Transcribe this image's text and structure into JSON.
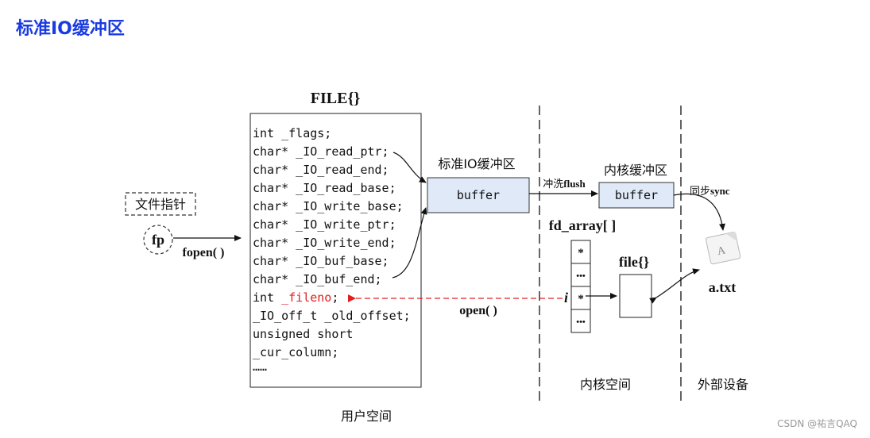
{
  "page_title": "标准IO缓冲区",
  "file_struct": {
    "title": "FILE{}",
    "fields": [
      "int _flags;",
      "char* _IO_read_ptr;",
      "char* _IO_read_end;",
      "char* _IO_read_base;",
      "char* _IO_write_base;",
      "char* _IO_write_ptr;",
      "char* _IO_write_end;",
      "char* _IO_buf_base;",
      "char* _IO_buf_end;"
    ],
    "fileno_type": "int ",
    "fileno_name": "_fileno",
    "fileno_semicolon": ";",
    "tail_fields": [
      "_IO_off_t _old_offset;",
      "unsigned short",
      "_cur_column;",
      "……"
    ]
  },
  "file_pointer": {
    "label": "文件指针",
    "var": "fp",
    "call": "fopen( )"
  },
  "std_buffer": {
    "title": "标准IO缓冲区",
    "box": "buffer"
  },
  "flush_label": {
    "cn": "冲洗",
    "en": "flush"
  },
  "kernel_buffer": {
    "title": "内核缓冲区",
    "box": "buffer"
  },
  "sync_label": {
    "cn": "同步",
    "en": "sync"
  },
  "fd_array": {
    "title": "fd_array[ ]",
    "cells": [
      "*",
      "•••",
      "*",
      "•••"
    ],
    "index_label": "i"
  },
  "file_obj": {
    "title": "file{}"
  },
  "open_label": "open( )",
  "device_file": {
    "name": "a.txt"
  },
  "regions": {
    "user": "用户空间",
    "kernel": "内核空间",
    "external": "外部设备"
  },
  "colors": {
    "title": "#1a3be0",
    "accent_red": "#e02020",
    "buffer_fill": "#dfe9f7"
  },
  "watermark": "CSDN @祐言QAQ"
}
